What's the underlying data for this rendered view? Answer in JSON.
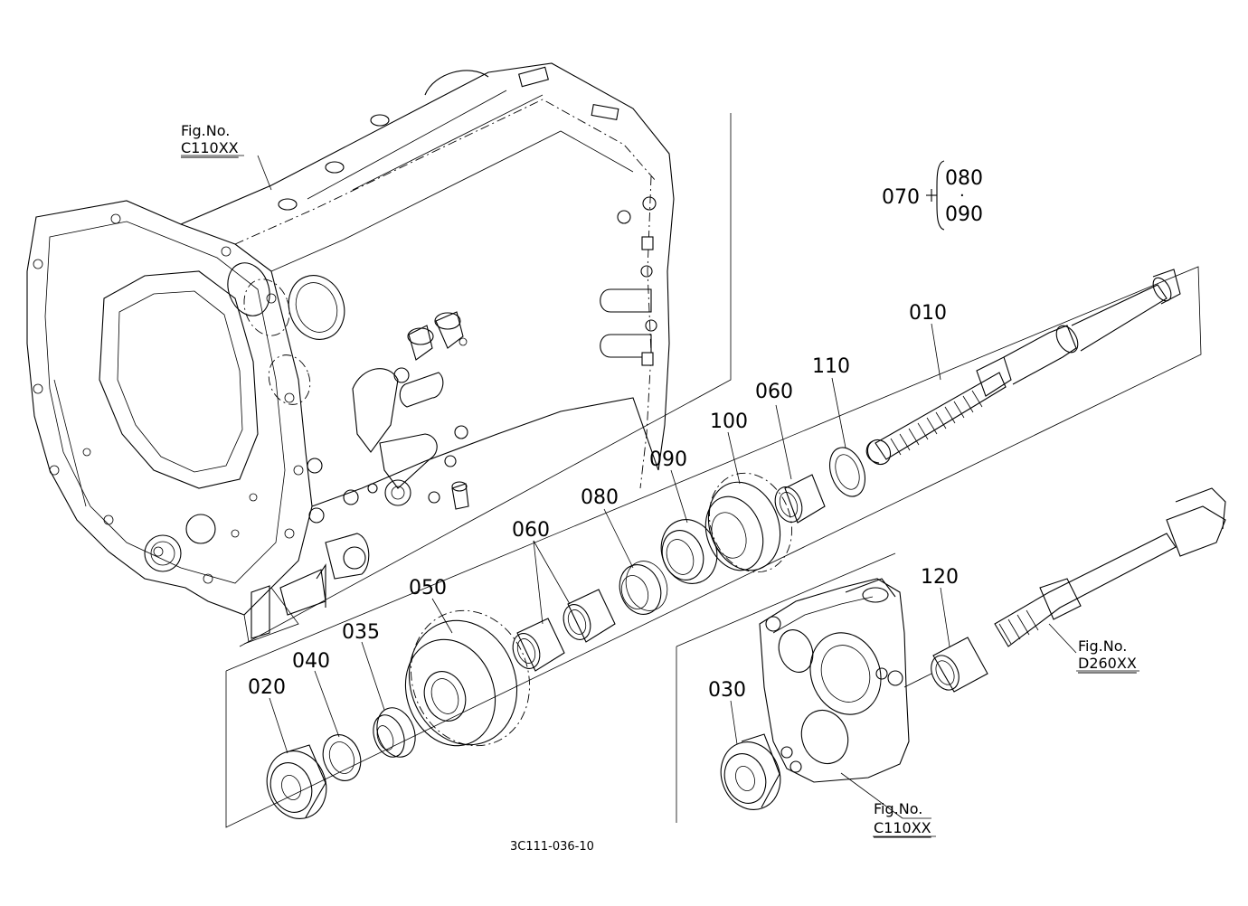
{
  "drawing_code": "3C111-036-10",
  "references": {
    "housing_top": {
      "prefix": "Fig.No.",
      "code": "C110XX"
    },
    "bevel_shaft": {
      "prefix": "Fig.No.",
      "code": "D260XX"
    },
    "cover_bottom": {
      "prefix": "Fig.No.",
      "code": "C110XX"
    }
  },
  "group_label": {
    "assembly": "070",
    "members": [
      "080",
      "090"
    ],
    "separator": "·"
  },
  "parts": {
    "p010": "010",
    "p110": "110",
    "p060a": "060",
    "p100": "100",
    "p090": "090",
    "p080": "080",
    "p060b": "060",
    "p050": "050",
    "p035": "035",
    "p040": "040",
    "p020": "020",
    "p120": "120",
    "p030": "030"
  }
}
